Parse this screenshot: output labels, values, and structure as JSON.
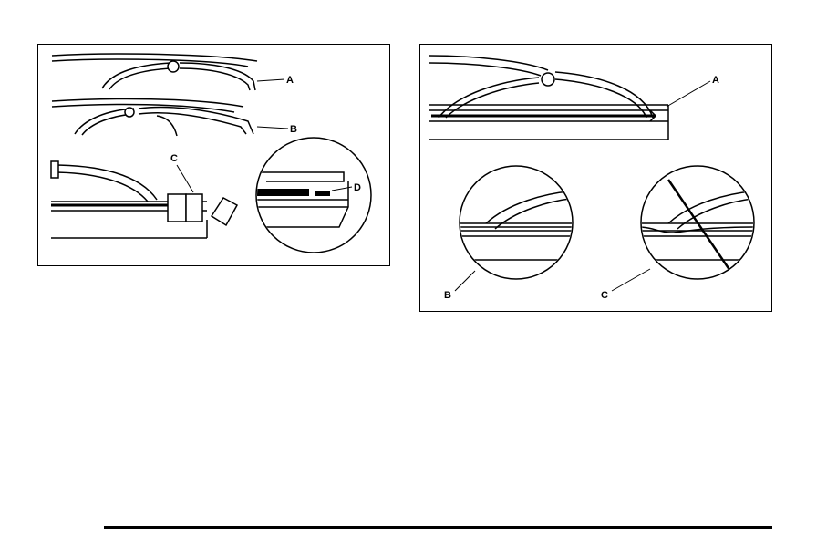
{
  "figure_left": {
    "callouts": {
      "a": "A",
      "b": "B",
      "c": "C",
      "d": "D"
    }
  },
  "figure_right": {
    "callouts": {
      "a": "A",
      "b": "B",
      "c": "C"
    }
  }
}
